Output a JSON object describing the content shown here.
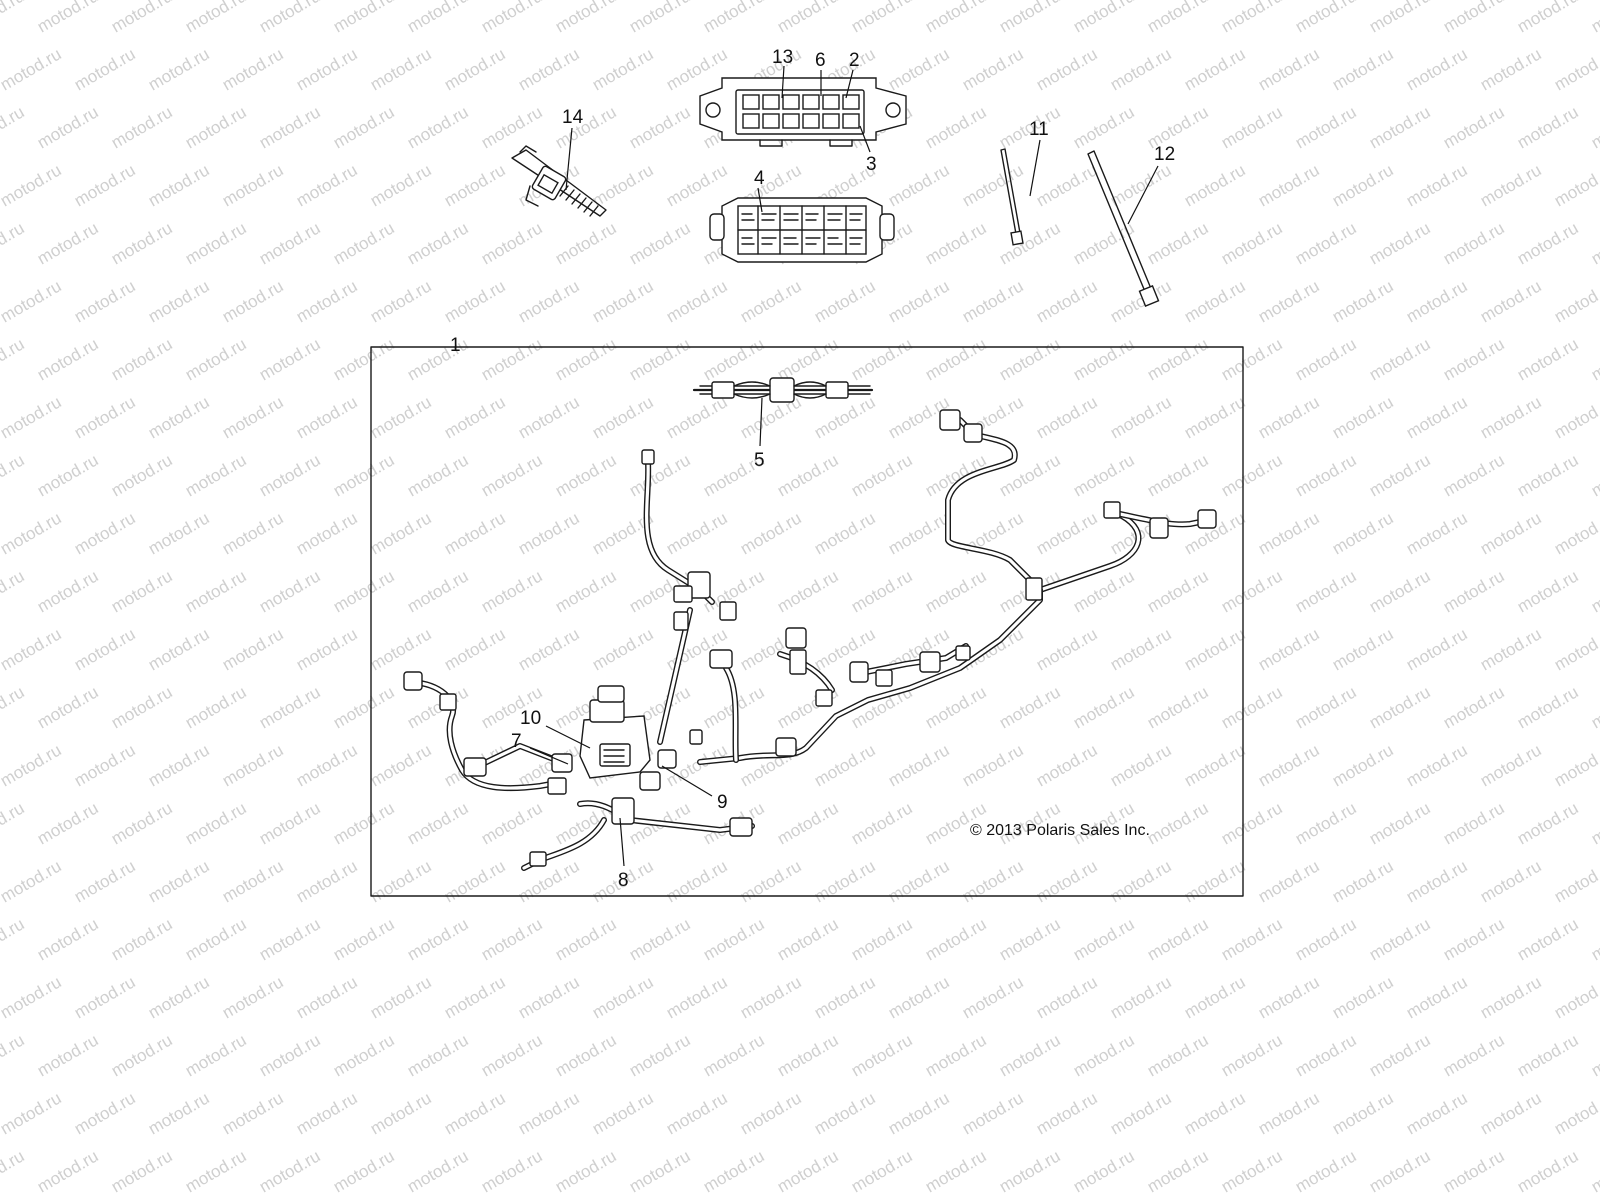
{
  "watermark": "motod.ru",
  "copyright": "© 2013 Polaris Sales Inc.",
  "callouts": {
    "c1": "1",
    "c2": "2",
    "c3": "3",
    "c4": "4",
    "c5": "5",
    "c6": "6",
    "c7": "7",
    "c8": "8",
    "c9": "9",
    "c10": "10",
    "c11": "11",
    "c12": "12",
    "c13": "13",
    "c14": "14"
  },
  "colors": {
    "line": "#1a1a1a",
    "watermark": "#cfcfcf",
    "background": "#ffffff"
  }
}
